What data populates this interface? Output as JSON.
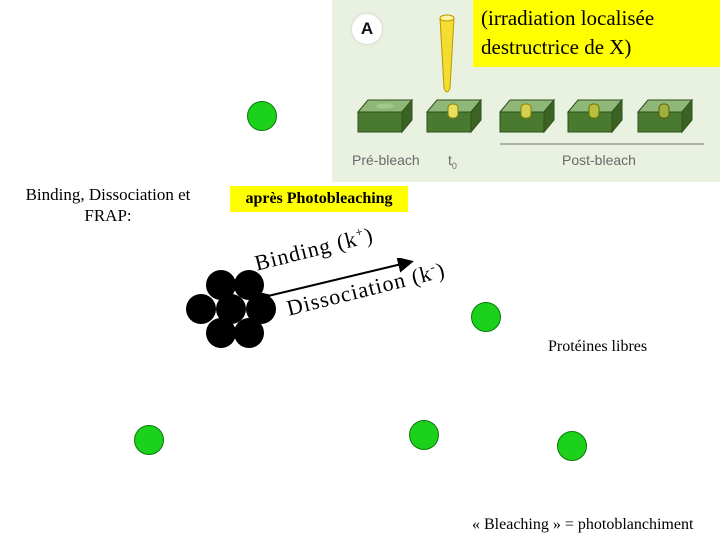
{
  "panel": {
    "letter": "A",
    "pre_label": "Pré-bleach",
    "t0_label": "t",
    "t0_sub": "0",
    "post_label": "Post-bleach",
    "colors": {
      "bg": "#e9f2e0",
      "pipette": "#f5dc30",
      "box_top": "#8fb878",
      "box_front": "#4a7a30"
    }
  },
  "callout": {
    "line1": "(irradiation localisée",
    "line2": "destructrice de X)",
    "bg": "#ffff00"
  },
  "left_title": {
    "line1": "Binding, Dissociation et",
    "line2": "FRAP:"
  },
  "apres_label": "après Photobleaching",
  "binding": {
    "label": "Binding (k",
    "sup": "+",
    "tail": ")"
  },
  "dissociation": {
    "label": "Dissociation (k",
    "sup": "-",
    "tail": ")"
  },
  "free_proteins_label": "Protéines libres",
  "footer": "« Bleaching » = photoblanchiment",
  "colors": {
    "bead": "#1bd11b",
    "complex": "#000000"
  }
}
